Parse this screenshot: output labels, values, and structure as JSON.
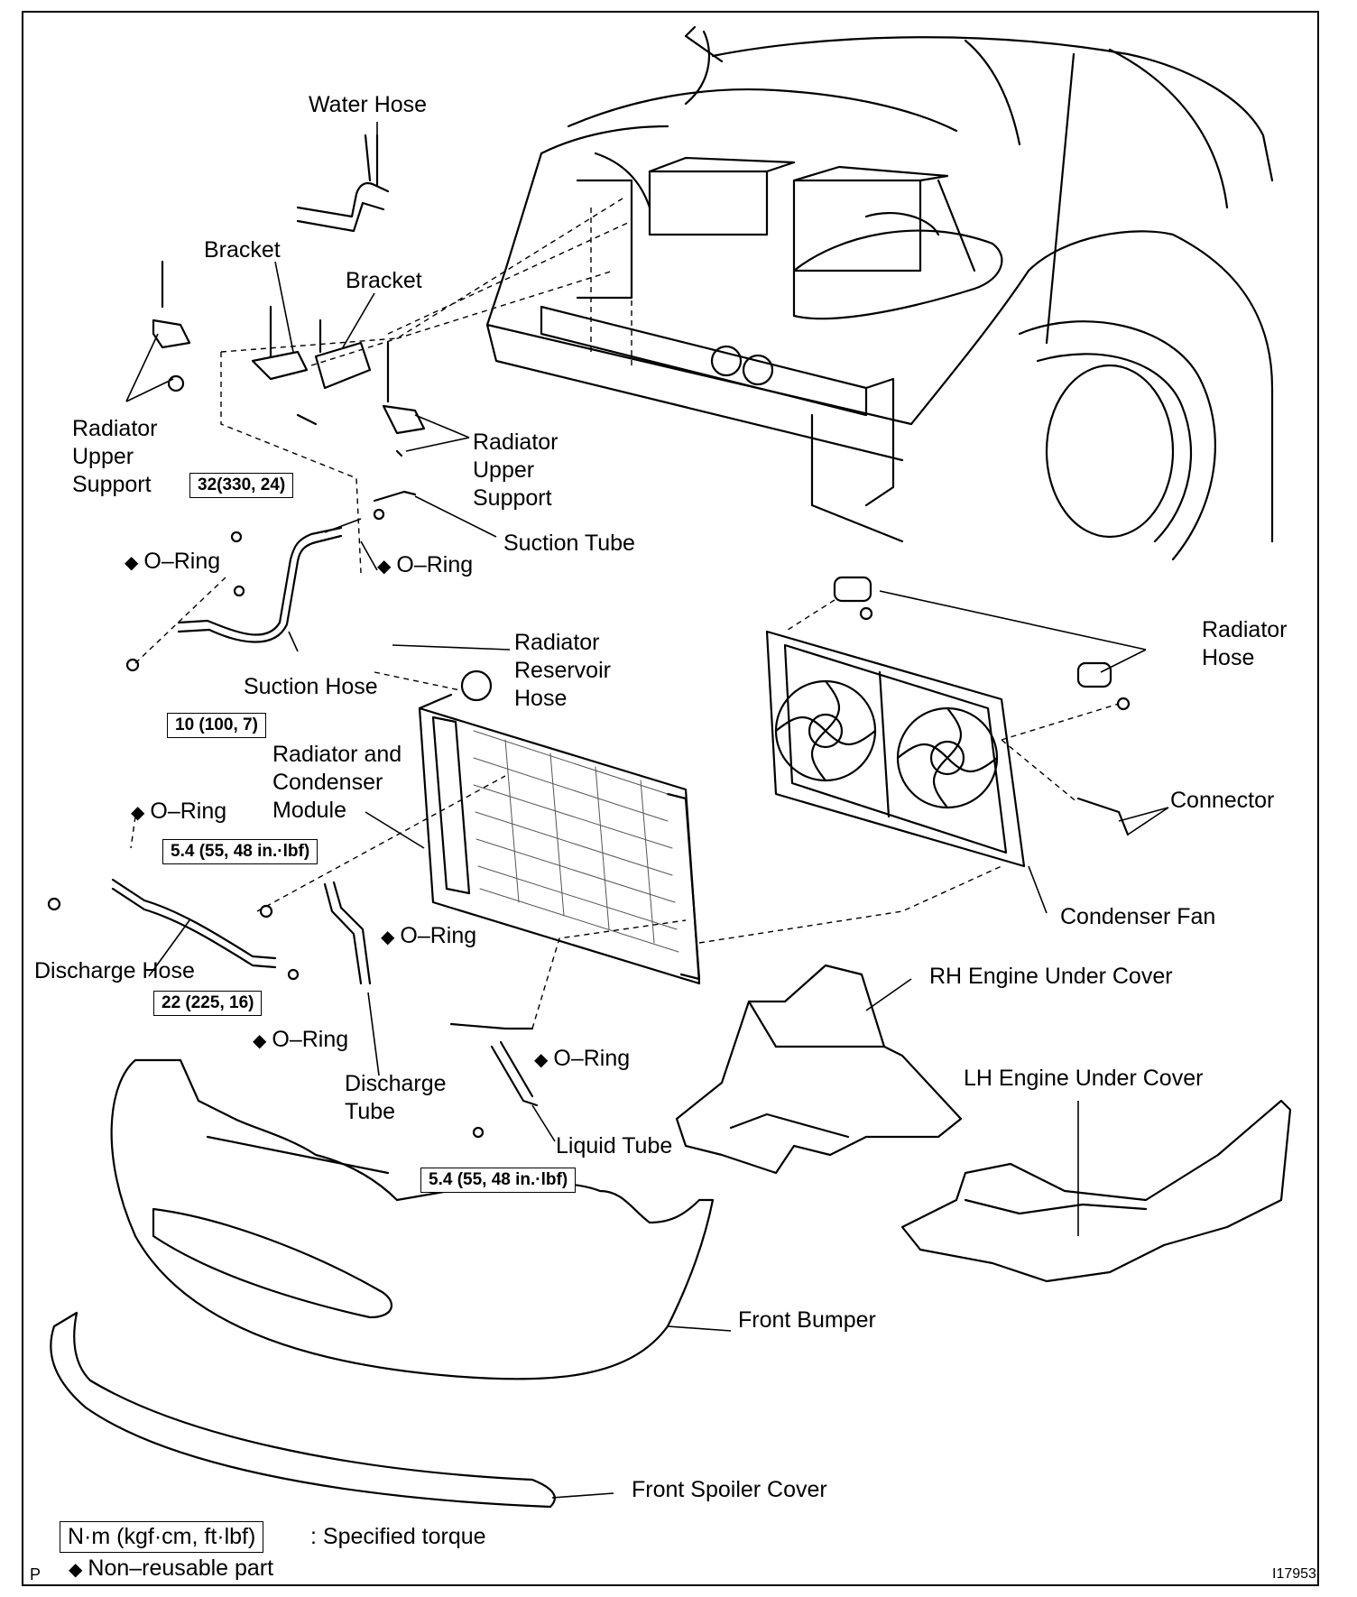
{
  "labels": {
    "water_hose": "Water Hose",
    "bracket_1": "Bracket",
    "bracket_2": "Bracket",
    "radiator_upper_support_left": [
      "Radiator",
      "Upper",
      "Support"
    ],
    "radiator_upper_support_right": [
      "Radiator",
      "Upper",
      "Support"
    ],
    "suction_tube": "Suction Tube",
    "o_ring": "O–Ring",
    "suction_hose": "Suction Hose",
    "radiator_reservoir_hose": [
      "Radiator",
      "Reservoir",
      "Hose"
    ],
    "radiator_hose": [
      "Radiator",
      "Hose"
    ],
    "radiator_condenser_module": [
      "Radiator and",
      "Condenser",
      "Module"
    ],
    "connector": "Connector",
    "condenser_fan": "Condenser Fan",
    "discharge_hose": "Discharge Hose",
    "rh_engine_under_cover": "RH Engine Under Cover",
    "lh_engine_under_cover": "LH Engine Under Cover",
    "discharge_tube": [
      "Discharge",
      "Tube"
    ],
    "liquid_tube": "Liquid Tube",
    "front_bumper": "Front Bumper",
    "front_spoiler_cover": "Front Spoiler Cover"
  },
  "torques": {
    "t32": "32(330, 24)",
    "t10": "10 (100, 7)",
    "t54a": "5.4 (55, 48 in.·lbf)",
    "t22": "22 (225, 16)",
    "t54b": "5.4 (55, 48 in.·lbf)"
  },
  "legend": {
    "box_text": "N·m (kgf·cm, ft·lbf)",
    "torque_desc": ": Specified torque",
    "nonreuse_desc": "Non–reusable part",
    "diamond": "◆"
  },
  "corner": {
    "p": "P",
    "code": "I17953"
  }
}
